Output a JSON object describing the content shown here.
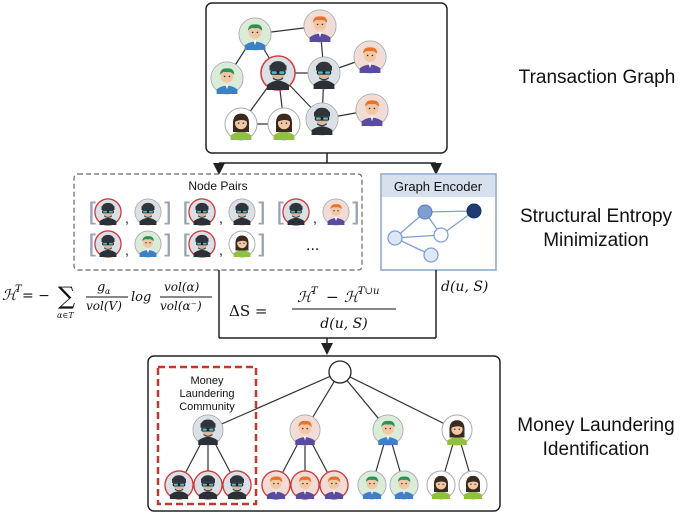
{
  "labels": {
    "transaction_graph": "Transaction Graph",
    "sem_line1": "Structural Entropy",
    "sem_line2": "Minimization",
    "mli_line1": "Money Laundering",
    "mli_line2": "Identification"
  },
  "node_pairs": {
    "title": "Node Pairs",
    "ellipsis": "...",
    "comma": ","
  },
  "encoder": {
    "title": "Graph Encoder"
  },
  "formulas": {
    "entropy_lhs": "ℋ",
    "entropy_sup": "T",
    "entropy_eq": " = −",
    "entropy_sum": "∑",
    "entropy_sub": "α∈T",
    "g_alpha": "g",
    "alpha": "α",
    "vol_V": "vol(V)",
    "log": "log",
    "vol_a": "vol(α)",
    "vol_a_minus": "vol(α⁻)",
    "delta_lhs": "ΔS =",
    "delta_num_a": "ℋ",
    "delta_num_a_sup": "T",
    "delta_minus": "−",
    "delta_num_b": "ℋ",
    "delta_num_b_sup": "T∪u",
    "delta_den": "d(u, S)",
    "d_us": "d(u, S)"
  },
  "community": {
    "line1": "Money",
    "line2": "Laundering",
    "line3": "Community"
  },
  "colors": {
    "red_dash": "#c0392b",
    "encoder_border": "#8aa4c8",
    "encoder_header": "#d7e1ee",
    "node_dark": "#1f3b73",
    "node_mid": "#7f9fd4",
    "node_light": "#dde7f6"
  }
}
